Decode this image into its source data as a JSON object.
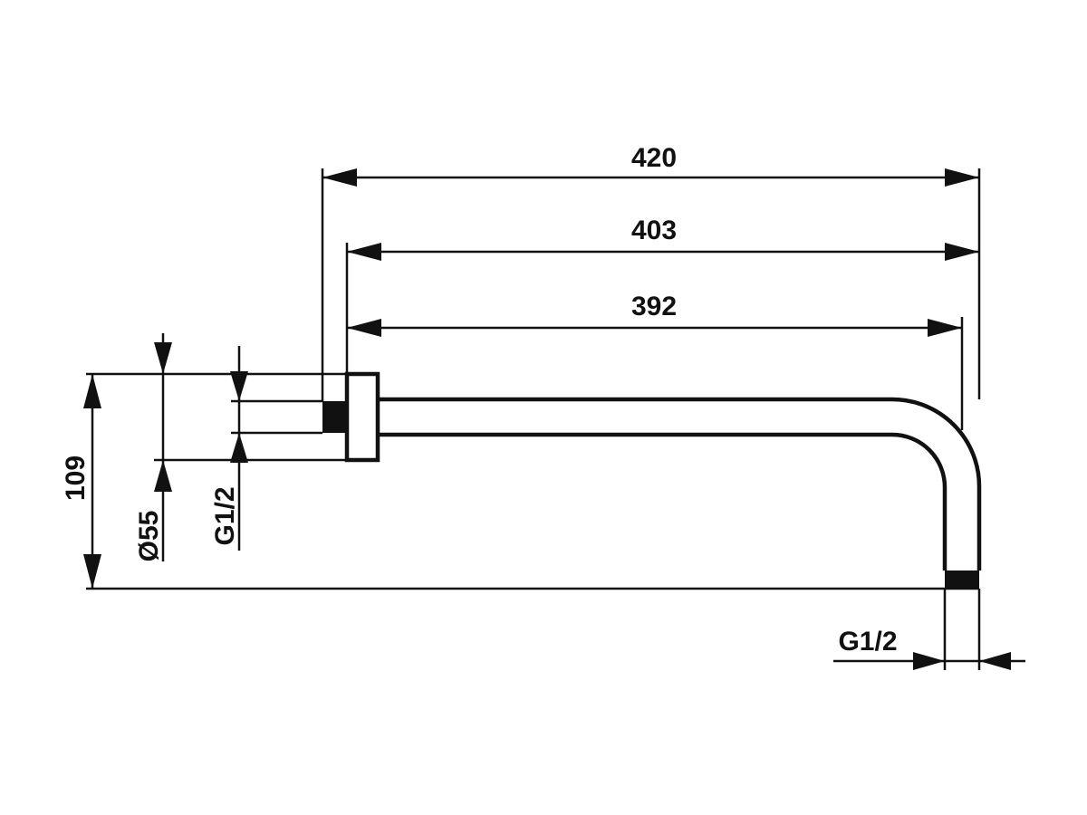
{
  "diagram": {
    "dimensions": {
      "length_total": "420",
      "length_to_flange": "403",
      "length_arm": "392",
      "height": "109",
      "flange_diameter": "Ø55",
      "wall_thread": "G1/2",
      "outlet_thread": "G1/2"
    },
    "colors": {
      "line": "#111111",
      "background": "#ffffff"
    }
  }
}
